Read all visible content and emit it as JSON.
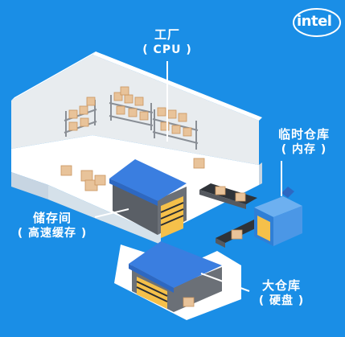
{
  "brand": {
    "logo_text": "intel"
  },
  "colors": {
    "background": "#1a8ee6",
    "floor": "#ffffff",
    "shelf_box": "#e8c39a",
    "warehouse_roof": "#3a7ee0",
    "warehouse_wall": "#6b7077",
    "door_glow": "#f5c04a",
    "ram_box": "#3f8de4"
  },
  "labels": {
    "factory": {
      "line1": "工厂",
      "line2": "( CPU )"
    },
    "temp_warehouse": {
      "line1": "临时仓库",
      "line2": "( 内存 )"
    },
    "storage_room": {
      "line1": "储存间",
      "line2": "( 高速缓存 )"
    },
    "big_warehouse": {
      "line1": "大仓库",
      "line2": "( 硬盘 )"
    }
  }
}
